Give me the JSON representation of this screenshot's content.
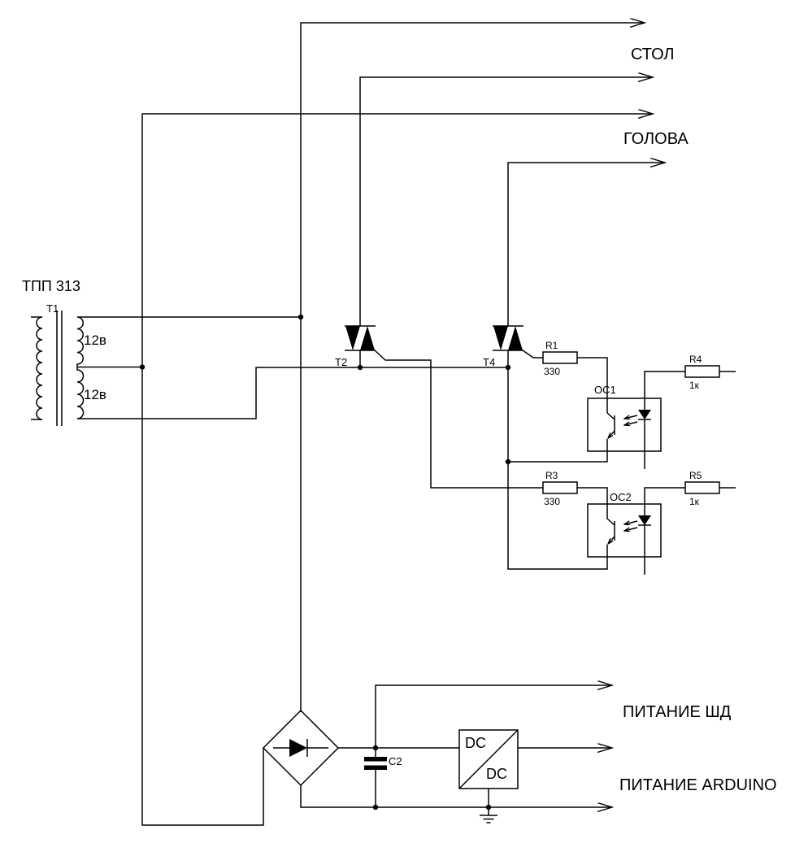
{
  "diagram": {
    "background": "#ffffff",
    "line_color": "#000000",
    "transformer": {
      "model": "ТПП 313",
      "designator": "Т1",
      "winding_top": "12в",
      "winding_bottom": "12в"
    },
    "outputs": {
      "stol": "СТОЛ",
      "golova": "ГОЛОВА",
      "pitanie_shd": "ПИТАНИЕ ШД",
      "pitanie_arduino": "ПИТАНИЕ ARDUINO"
    },
    "triacs": {
      "t2": "Т2",
      "t4": "Т4"
    },
    "resistors": {
      "r1": {
        "name": "R1",
        "value": "330"
      },
      "r3": {
        "name": "R3",
        "value": "330"
      },
      "r4": {
        "name": "R4",
        "value": "1к"
      },
      "r5": {
        "name": "R5",
        "value": "1к"
      }
    },
    "optocouplers": {
      "oc1": "OC1",
      "oc2": "OC2"
    },
    "capacitor": {
      "name": "C2"
    },
    "dcdc": {
      "label_top": "DC",
      "label_bottom": "DC"
    }
  }
}
